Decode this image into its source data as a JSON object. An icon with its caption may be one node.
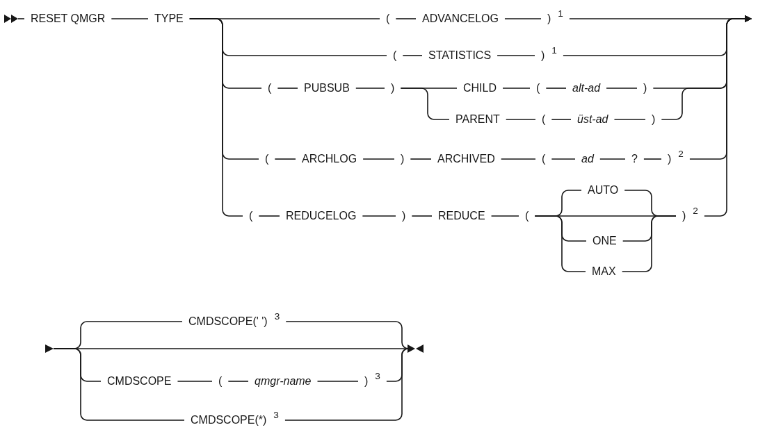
{
  "diagram": {
    "nodes": [
      {
        "text": [
          "RESET QMGR"
        ]
      },
      {
        "text": [
          "TYPE"
        ]
      },
      {
        "text": [
          "("
        ]
      },
      {
        "text": [
          "ADVANCELOG"
        ]
      },
      {
        "text": [
          ")$^{1}$"
        ]
      },
      {
        "text": [
          "("
        ]
      },
      {
        "text": [
          "STATISTICS"
        ]
      },
      {
        "text": [
          ")$^{1}$"
        ]
      },
      {
        "text": [
          "("
        ]
      },
      {
        "text": [
          "PUBSUB"
        ]
      },
      {
        "text": [
          ")"
        ]
      },
      {
        "text": [
          "CHILD"
        ]
      },
      {
        "text": [
          "("
        ]
      },
      {
        "text": [
          "alt-ad"
        ]
      },
      {
        "text": [
          ")"
        ]
      },
      {
        "text": [
          "PARENT"
        ]
      },
      {
        "text": [
          "("
        ]
      },
      {
        "text": [
          "üst-ad"
        ]
      },
      {
        "text": [
          ")"
        ]
      },
      {
        "text": [
          "("
        ]
      },
      {
        "text": [
          "ARCHLOG"
        ]
      },
      {
        "text": [
          ")"
        ]
      },
      {
        "text": [
          "ARCHIVED"
        ]
      },
      {
        "text": [
          "("
        ]
      },
      {
        "text": [
          "ad"
        ]
      },
      {
        "text": [
          "?"
        ]
      },
      {
        "text": [
          ")$^{2}$"
        ]
      },
      {
        "text": [
          "("
        ]
      },
      {
        "text": [
          "REDUCELOG"
        ]
      },
      {
        "text": [
          ")"
        ]
      },
      {
        "text": [
          "REDUCE"
        ]
      },
      {
        "text": [
          "("
        ]
      },
      {
        "text": [
          "AUTO"
        ]
      },
      {
        "text": [
          "ONE"
        ]
      },
      {
        "text": [
          "MAX"
        ]
      },
      {
        "text": [
          ")$^{2}$"
        ]
      },
      {
        "text": [
          "CMDSCOPE(' ')$^{3}$"
        ]
      },
      {
        "text": [
          "CMDSCOPE"
        ]
      },
      {
        "text": [
          "("
        ]
      },
      {
        "text": [
          "qmgr-name"
        ]
      },
      {
        "text": [
          ")$^{3}$"
        ]
      },
      {
        "text": [
          "CMDSCOPE(*)$^{3}$"
        ]
      },
      {
        "text": [],
        "shape": "triangle"
      },
      {
        "text": [],
        "shape": "triangle"
      }
    ],
    "edges": [
      {
        "from": 0,
        "to": 1,
        "arrow": "none"
      },
      {
        "from": 1,
        "to": 2,
        "arrow": "none"
      },
      {
        "from": 1,
        "to": 5,
        "arrow": "none"
      },
      {
        "from": 1,
        "to": 8,
        "arrow": "none"
      },
      {
        "from": 1,
        "to": 19,
        "arrow": "none"
      },
      {
        "from": 1,
        "to": 27,
        "arrow": "none"
      },
      {
        "from": 2,
        "to": 3,
        "arrow": "none"
      },
      {
        "from": 3,
        "to": 4,
        "arrow": "none"
      },
      {
        "from": 4,
        "to": null,
        "arrow": "to"
      },
      {
        "from": 5,
        "to": 6,
        "arrow": "none"
      },
      {
        "from": 6,
        "to": 7,
        "arrow": "none"
      },
      {
        "from": 7,
        "to": null,
        "arrow": "to"
      },
      {
        "from": 8,
        "to": 9,
        "arrow": "none"
      },
      {
        "from": 9,
        "to": 10,
        "arrow": "none"
      },
      {
        "from": 10,
        "to": 11,
        "arrow": "none"
      },
      {
        "from": 10,
        "to": 15,
        "arrow": "none"
      },
      {
        "from": 11,
        "to": 12,
        "arrow": "none"
      },
      {
        "from": 12,
        "to": 13,
        "arrow": "none"
      },
      {
        "from": 13,
        "to": 14,
        "arrow": "none"
      },
      {
        "from": 14,
        "to": null,
        "arrow": "to"
      },
      {
        "from": 15,
        "to": 16,
        "arrow": "none"
      },
      {
        "from": 16,
        "to": 17,
        "arrow": "none"
      },
      {
        "from": 17,
        "to": 18,
        "arrow": "none"
      },
      {
        "from": 18,
        "to": null,
        "arrow": "to"
      },
      {
        "from": 19,
        "to": 20,
        "arrow": "none"
      },
      {
        "from": 20,
        "to": 21,
        "arrow": "none"
      },
      {
        "from": 21,
        "to": 22,
        "arrow": "none"
      },
      {
        "from": 22,
        "to": 23,
        "arrow": "none"
      },
      {
        "from": 23,
        "to": 24,
        "arrow": "none"
      },
      {
        "from": 24,
        "to": 25,
        "arrow": "none"
      },
      {
        "from": 25,
        "to": 26,
        "arrow": "none"
      },
      {
        "from": 26,
        "to": null,
        "arrow": "to"
      },
      {
        "from": 27,
        "to": 28,
        "arrow": "none"
      },
      {
        "from": 28,
        "to": 29,
        "arrow": "none"
      },
      {
        "from": 29,
        "to": 30,
        "arrow": "none"
      },
      {
        "from": 30,
        "to": 31,
        "arrow": "none"
      },
      {
        "from": 31,
        "to": 32,
        "arrow": "none"
      },
      {
        "from": 31,
        "to": 33,
        "arrow": "none"
      },
      {
        "from": 31,
        "to": 34,
        "arrow": "none"
      },
      {
        "from": 31,
        "to": 35,
        "arrow": "none"
      },
      {
        "from": 32,
        "to": 35,
        "arrow": "none"
      },
      {
        "from": 33,
        "to": 35,
        "arrow": "none"
      },
      {
        "from": 34,
        "to": 35,
        "arrow": "none"
      },
      {
        "from": 35,
        "to": null,
        "arrow": "to"
      },
      {
        "from": 42,
        "to": 36,
        "arrow": "none"
      },
      {
        "from": 42,
        "to": 37,
        "arrow": "none"
      },
      {
        "from": 42,
        "to": 41,
        "arrow": "none"
      },
      {
        "from": 37,
        "to": 38,
        "arrow": "none"
      },
      {
        "from": 38,
        "to": 39,
        "arrow": "none"
      },
      {
        "from": 39,
        "to": 40,
        "arrow": "none"
      },
      {
        "from": 36,
        "to": 43,
        "arrow": "none"
      },
      {
        "from": 40,
        "to": 43,
        "arrow": "none"
      },
      {
        "from": 41,
        "to": 43,
        "arrow": "none"
      },
      {
        "from": 42,
        "to": 43,
        "arrow": "none"
      }
    ]
  }
}
